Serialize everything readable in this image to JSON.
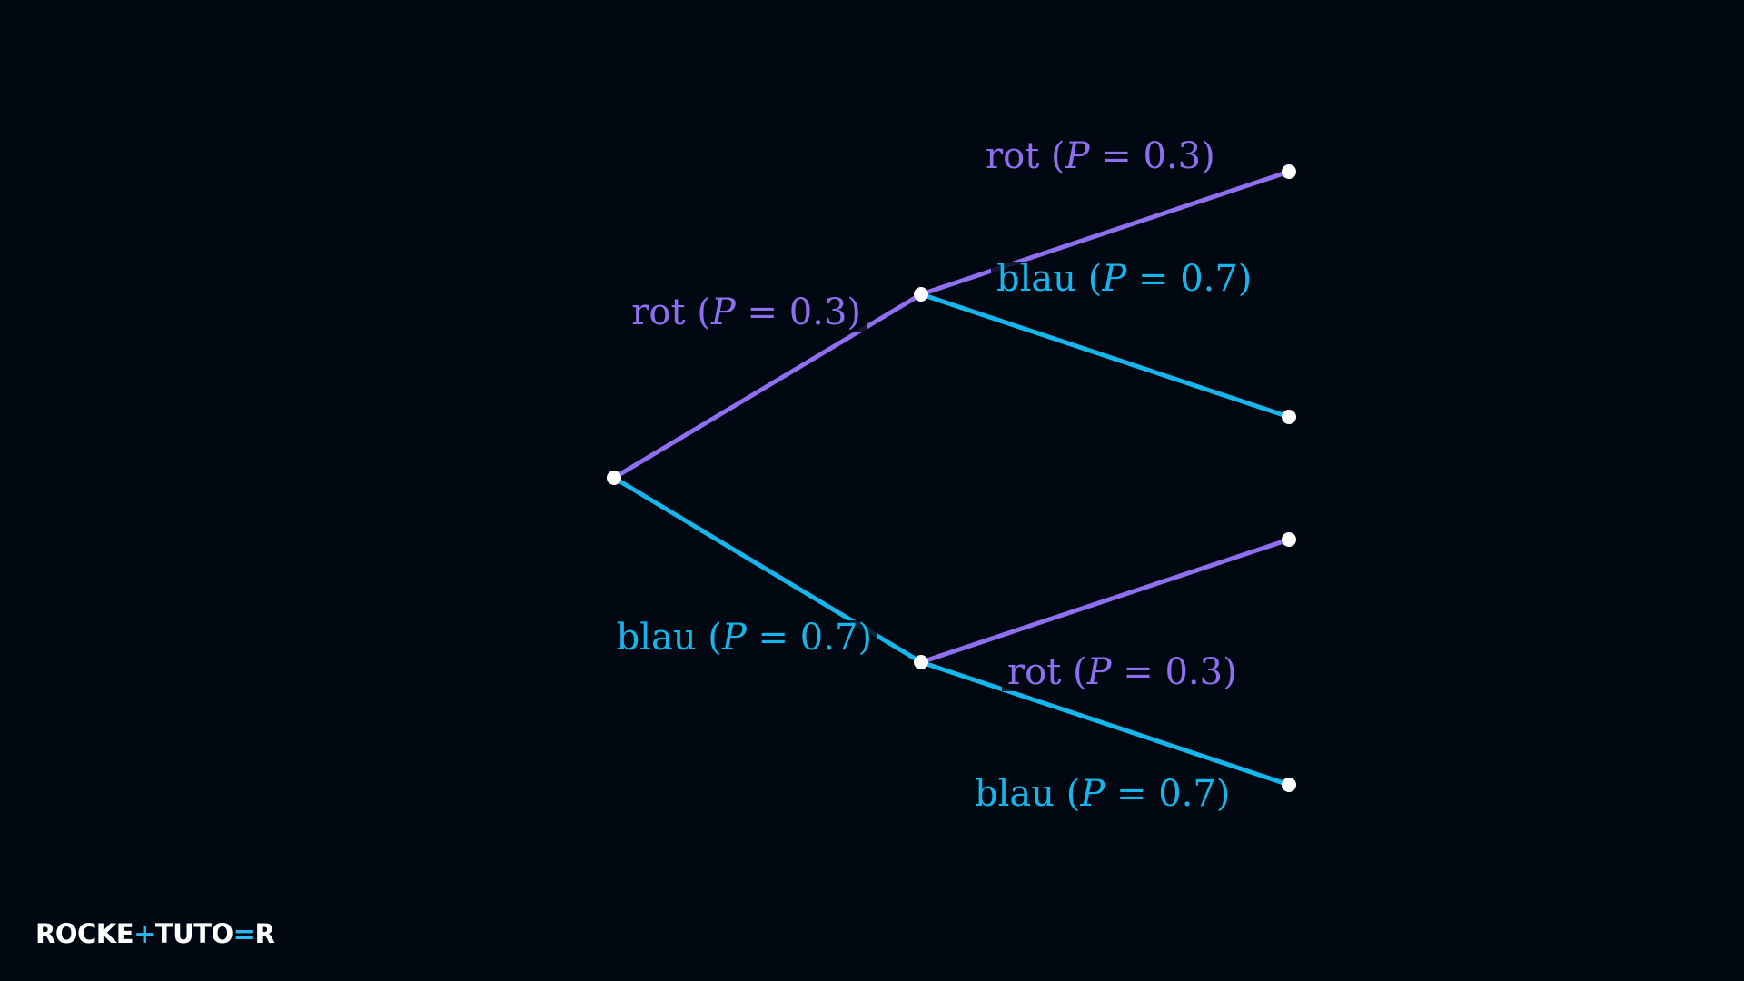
{
  "colors": {
    "background": "#020812",
    "rot": "#8d6ff0",
    "blau": "#16b5ec",
    "node": "#ffffff"
  },
  "tree": {
    "root": {
      "branches": [
        {
          "label_word": "rot",
          "label_var": "P",
          "label_value": "0.3",
          "color": "rot",
          "children": [
            {
              "label_word": "rot",
              "label_var": "P",
              "label_value": "0.3",
              "color": "rot"
            },
            {
              "label_word": "blau",
              "label_var": "P",
              "label_value": "0.7",
              "color": "blau"
            }
          ]
        },
        {
          "label_word": "blau",
          "label_var": "P",
          "label_value": "0.7",
          "color": "blau",
          "children": [
            {
              "label_word": "rot",
              "label_var": "P",
              "label_value": "0.3",
              "color": "rot"
            },
            {
              "label_word": "blau",
              "label_var": "P",
              "label_value": "0.7",
              "color": "blau"
            }
          ]
        }
      ]
    }
  },
  "logo": {
    "part1": "ROCKE",
    "plus": "+",
    "part2": "TUTO",
    "equals": "=",
    "part3": "R"
  }
}
